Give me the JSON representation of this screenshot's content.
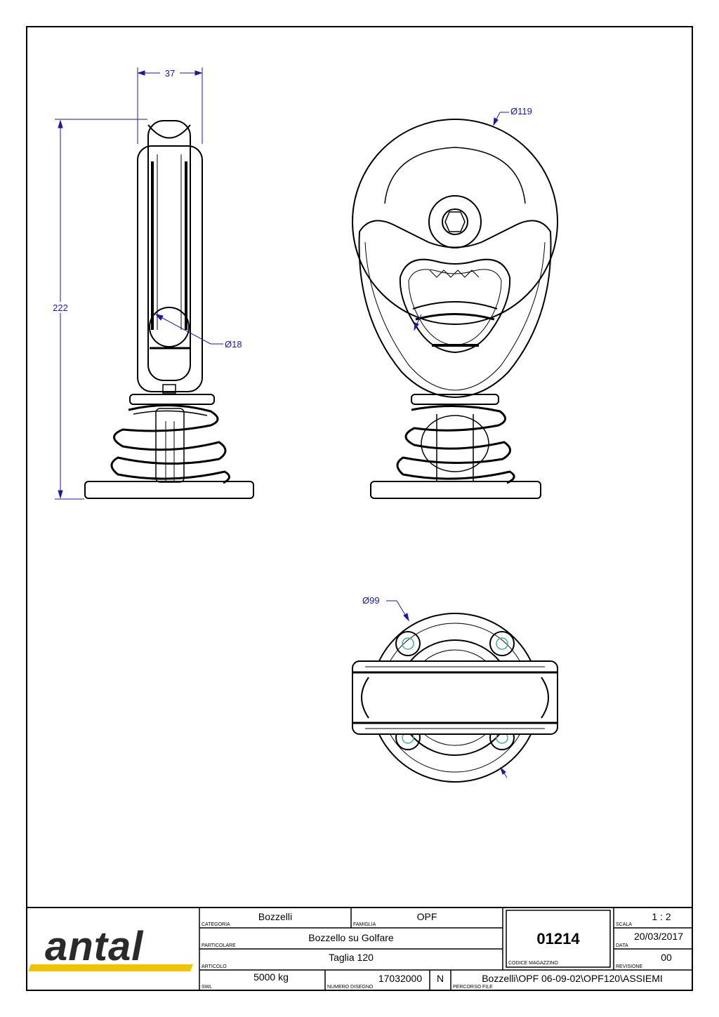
{
  "dimensions": {
    "width_37": "37",
    "height_222": "222",
    "dia_118": "Ø18",
    "dia_119": "Ø119",
    "dia_99": "Ø99"
  },
  "title_block": {
    "logo": "antal",
    "categoria_label": "CATEGORIA",
    "categoria": "Bozzelli",
    "famiglia_label": "FAMIGLIA",
    "famiglia": "OPF",
    "particolare_label": "PARTICOLARE",
    "particolare": "Bozzello su Golfare",
    "articolo_label": "ARTICOLO",
    "articolo": "Taglia 120",
    "swl_label": "SWL",
    "swl": "5000 kg",
    "numero_disegno_label": "NUMERO DISEGNO",
    "numero_disegno": "17032000",
    "n": "N",
    "percorso_file_label": "PERCORSO FILE",
    "percorso_file": "Bozzelli\\OPF 06-09-02\\OPF120\\ASSIEMI",
    "codice_magazzino_label": "CODICE MAGAZZINO",
    "codice_magazzino": "01214",
    "scala_label": "SCALA",
    "scala": "1 : 2",
    "data_label": "DATA",
    "data": "20/03/2017",
    "revisione_label": "REVISIONE",
    "revisione": "00"
  },
  "colors": {
    "line": "#000000",
    "dimension": "#1a1aa0",
    "accent": "#f0c400",
    "hidden": "#6aa"
  }
}
